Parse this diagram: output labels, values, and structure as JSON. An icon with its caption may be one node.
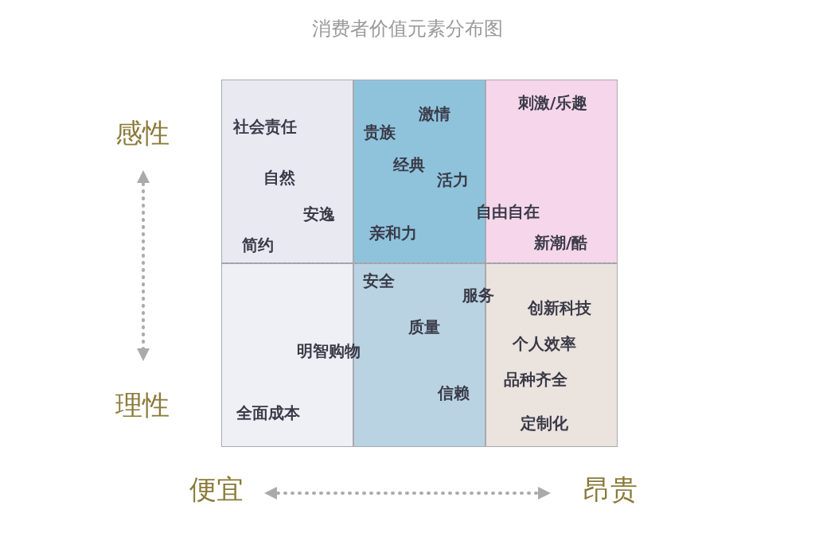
{
  "diagram": {
    "title": "消费者价值元素分布图",
    "nodes": [
      {
        "text": [
          "社会责任",
          "自然",
          "安逸",
          "简约"
        ]
      },
      {
        "text": [
          "激情",
          "贵族",
          "经典",
          "活力",
          "亲和力"
        ]
      },
      {
        "text": [
          "刺激/乐趣",
          "自由自在",
          "新潮/酷"
        ]
      },
      {
        "text": [
          "明智购物",
          "全面成本"
        ]
      },
      {
        "text": [
          "安全",
          "服务",
          "质量",
          "信赖"
        ]
      },
      {
        "text": [
          "创新科技",
          "个人效率",
          "品种齐全",
          "定制化"
        ]
      }
    ],
    "edges": [],
    "labels": [
      "感性",
      "理性",
      "便宜",
      "昂贵"
    ]
  }
}
